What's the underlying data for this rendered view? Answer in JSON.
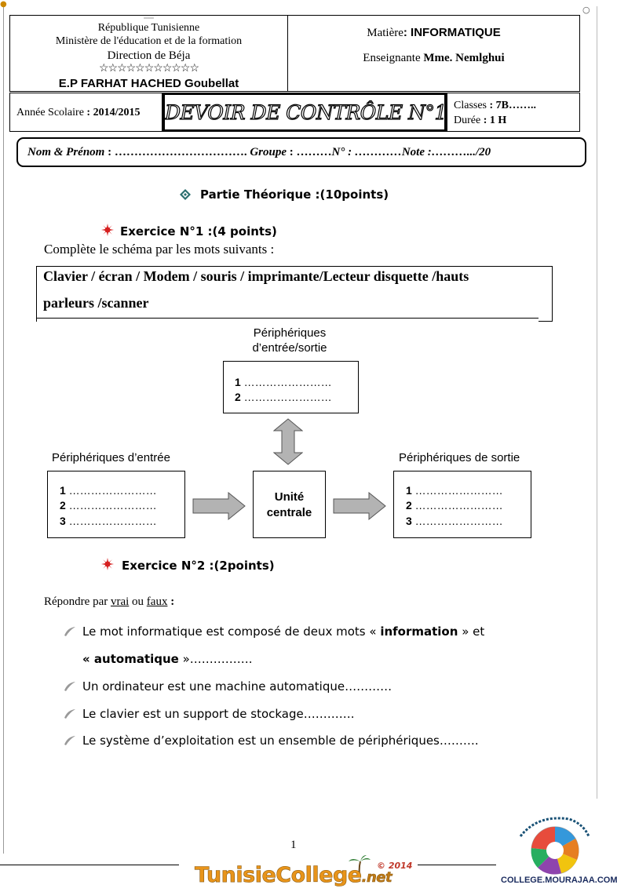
{
  "header": {
    "republic": "République Tunisienne",
    "ministry": "Ministère de l'éducation et de la formation",
    "direction": "Direction de Béja",
    "stars": "☆☆☆☆☆☆☆☆☆☆☆",
    "school": "E.P FARHAT HACHED Goubellat",
    "subject_label": "Matière",
    "subject_value": ": INFORMATIQUE",
    "teacher_label": "Enseignante ",
    "teacher_value": "Mme. Nemlghui",
    "year_label": "Année Scolaire ",
    "year_value": ": 2014/2015",
    "exam_title": "DEVOIR DE CONTRÔLE N°1",
    "classes_label": "Classes ",
    "classes_value": ": 7B……..",
    "duration_label": "Durée ",
    "duration_value": ": 1 H"
  },
  "student_line": {
    "name_label": "Nom & Prénom",
    "name_dots": " : ……………………………. ",
    "group_label": "Groupe",
    "group_dots": " : ………",
    "num_label": "N° : …………",
    "note_label": "Note :……….../20"
  },
  "theory": {
    "title": "Partie Théorique :(10points)"
  },
  "exercise1": {
    "title": "Exercice N°1 :(4 points)",
    "instruction": "Complète le schéma par les mots suivants :",
    "words_line1": "Clavier / écran / Modem / souris / imprimante/Lecteur disquette /hauts",
    "words_line2": "parleurs /scanner"
  },
  "diagram": {
    "io_title_1": "Périphériques",
    "io_title_2": "d’entrée/sortie",
    "io_lines": [
      "1 ……………………",
      "2 ……………………"
    ],
    "input_title": "Périphériques d’entrée",
    "input_lines": [
      "1 ……………………",
      "2 ……………………",
      "3 ……………………"
    ],
    "central_1": "Unité",
    "central_2": "centrale",
    "output_title": "Périphériques de sortie",
    "output_lines": [
      "1 ……………………",
      "2 ……………………",
      "3 ……………………"
    ]
  },
  "exercise2": {
    "title": "Exercice N°2 :(2points)",
    "instruction_prefix": "Répondre par ",
    "vrai": "vrai",
    "ou": " ou ",
    "faux": "faux",
    "colon": "  :",
    "items": [
      {
        "a": "Le mot informatique est composé de deux mots « ",
        "b": "information",
        "c": " » et"
      },
      {
        "a": "« ",
        "b": "automatique",
        "c": " »……………."
      },
      {
        "a": "Un ordinateur est une machine automatique…………"
      },
      {
        "a": "Le clavier est un support de stockage…………."
      },
      {
        "a": "Le système d’exploitation est un ensemble de périphériques………."
      }
    ]
  },
  "footer": {
    "page_number": "1",
    "site": "TunisieCollege",
    "site_suffix": ".net",
    "year": "© 2014",
    "college": "COLLEGE.MOURAJAA.COM"
  },
  "colors": {
    "arrow_gray": "#b3b3b3",
    "bullet_red": "#d62020",
    "logo_orange": "#e8941a"
  }
}
